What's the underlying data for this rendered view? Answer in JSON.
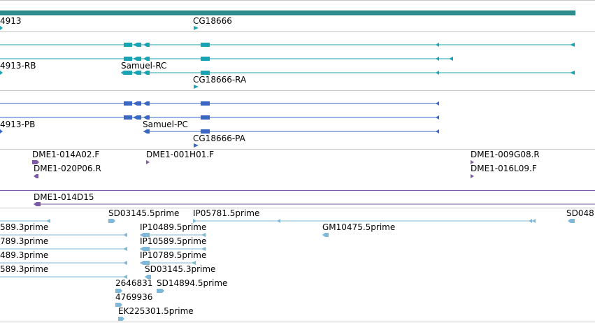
{
  "colors": {
    "gene": "#2e8b8b",
    "mrna": "#1aa3b3",
    "protein": "#3a67c4",
    "clone": "#7b5aa6",
    "est": "#7fb8d8",
    "separator": "#c8c8c8",
    "text": "#000000"
  },
  "tracks": {
    "gene": {
      "labels": [
        "4913",
        "CG18666"
      ]
    },
    "mrna": {
      "labels": [
        "4913-RB",
        "Samuel-RC",
        "CG18666-RA"
      ]
    },
    "protein": {
      "labels": [
        "4913-PB",
        "Samuel-PC",
        "CG18666-PA"
      ]
    },
    "clone_ends": {
      "labels": [
        "DME1-014A02.F",
        "DME1-020P06.R",
        "DME1-001H01.F",
        "DME1-009G08.R",
        "DME1-016L09.F"
      ]
    },
    "clone": {
      "labels": [
        "DME1-014D15"
      ]
    },
    "est": {
      "labels": [
        "SD03145.5prime",
        "IP05781.5prime",
        "SD048",
        "589.3prime",
        "IP10489.5prime",
        "GM10475.5prime",
        "789.3prime",
        "IP10589.5prime",
        "489.3prime",
        "IP10789.5prime",
        "589.3prime",
        "SD03145.3prime",
        "2646831",
        "SD14894.5prime",
        "4769936",
        "EK225301.5prime"
      ]
    }
  }
}
